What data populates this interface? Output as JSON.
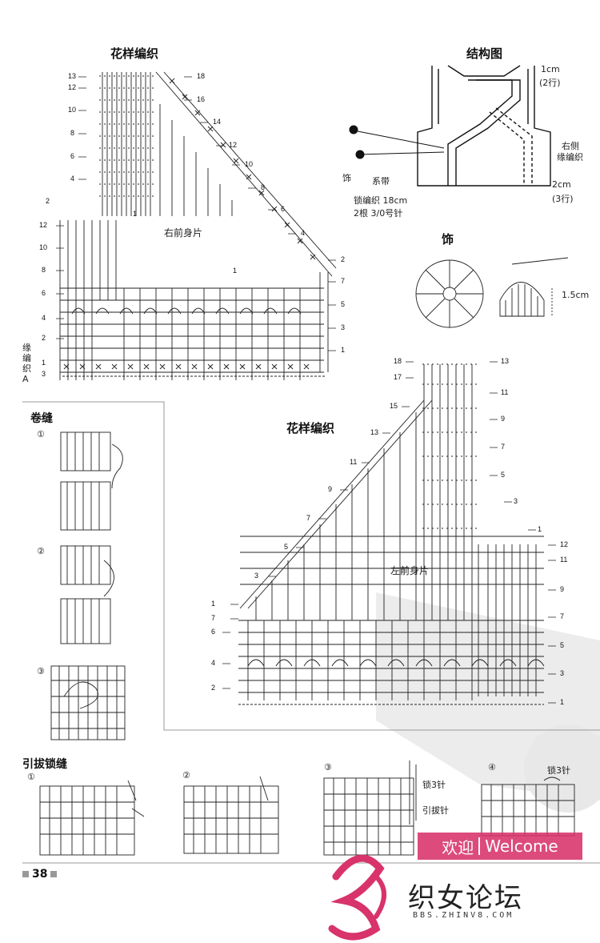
{
  "titles": {
    "pattern_top": "花样编织",
    "structure": "结构图",
    "decoration": "饰",
    "pattern_bottom": "花样编织",
    "whip_stitch": "卷缝",
    "slip_seam": "引拔锁缝"
  },
  "right_front": {
    "label": "右前身片",
    "edge_label": "缘编织A",
    "left_numbers": [
      "13",
      "12",
      "10",
      "8",
      "6",
      "4",
      "2",
      "12",
      "10",
      "8",
      "6",
      "4",
      "2",
      "1",
      "3"
    ],
    "right_numbers_upper": [
      "18",
      "16",
      "14",
      "12",
      "10",
      "8",
      "6",
      "4"
    ],
    "right_numbers_lower": [
      "2",
      "7",
      "5",
      "3",
      "1"
    ],
    "inner_number_top": "1",
    "inner_number_mid": "1"
  },
  "structure_diagram": {
    "top_note": "1cm",
    "top_note_rows": "(2行)",
    "side_note": "右侧",
    "side_note2": "缘编织",
    "bottom_note": "2cm",
    "bottom_note_rows": "(3行)",
    "ornament": "饰",
    "tie": "系带",
    "chain_note": "锁编织 18cm",
    "chain_note2": "2根  3/0号针"
  },
  "ornament_note": "1.5cm",
  "left_front": {
    "label": "左前身片",
    "left_numbers": [
      "18",
      "17",
      "15",
      "13",
      "11",
      "9",
      "7",
      "5",
      "3",
      "1",
      "7",
      "6",
      "4",
      "2"
    ],
    "right_numbers": [
      "13",
      "11",
      "9",
      "7",
      "5",
      "3",
      "1",
      "12",
      "11",
      "9",
      "7",
      "5",
      "3",
      "1"
    ]
  },
  "whip_steps": [
    "①",
    "②",
    "③"
  ],
  "slip_steps": [
    "①",
    "②",
    "③",
    "④"
  ],
  "slip_notes": {
    "chain3_a": "锁3针",
    "slip_stitch": "引拔针",
    "chain3_b": "锁3针"
  },
  "page_number": "38",
  "watermark": {
    "welcome_cn": "欢迎",
    "welcome_en": "Welcome",
    "forum": "织女论坛",
    "url": "BBS.ZHINV8.COM"
  },
  "colors": {
    "ink": "#111111",
    "watermark_red": "#d8336b",
    "watermark_gray": "#e4e4e4"
  }
}
